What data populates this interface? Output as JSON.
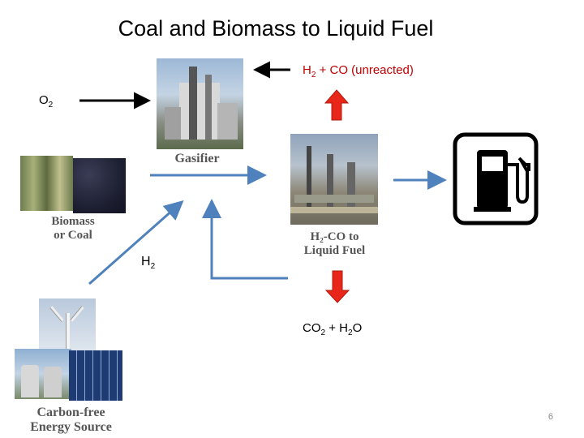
{
  "title": "Coal and Biomass to Liquid Fuel",
  "labels": {
    "gasifier": "Gasifier",
    "biomass_line1": "Biomass",
    "biomass_line2": "or Coal",
    "h2co_line1": "H₂-CO to",
    "h2co_line2": "Liquid Fuel",
    "carbon_line1": "Carbon-free",
    "carbon_line2": "Energy Source"
  },
  "chem": {
    "h2_co": {
      "h": "H",
      "sub": "2",
      "rest": " + CO (unreacted)"
    },
    "o2": {
      "o": "O",
      "sub": "2"
    },
    "h2": {
      "h": "H",
      "sub": "2"
    },
    "co2_h2o": {
      "co": "CO",
      "sub1": "2",
      "mid": " + H",
      "sub2": "2",
      "o": "O"
    }
  },
  "page_number": "6",
  "colors": {
    "blue_arrow": "#4f81bd",
    "red_arrow": "#e8261a",
    "black": "#000000"
  },
  "icons": [
    "fuel-pump-icon"
  ]
}
